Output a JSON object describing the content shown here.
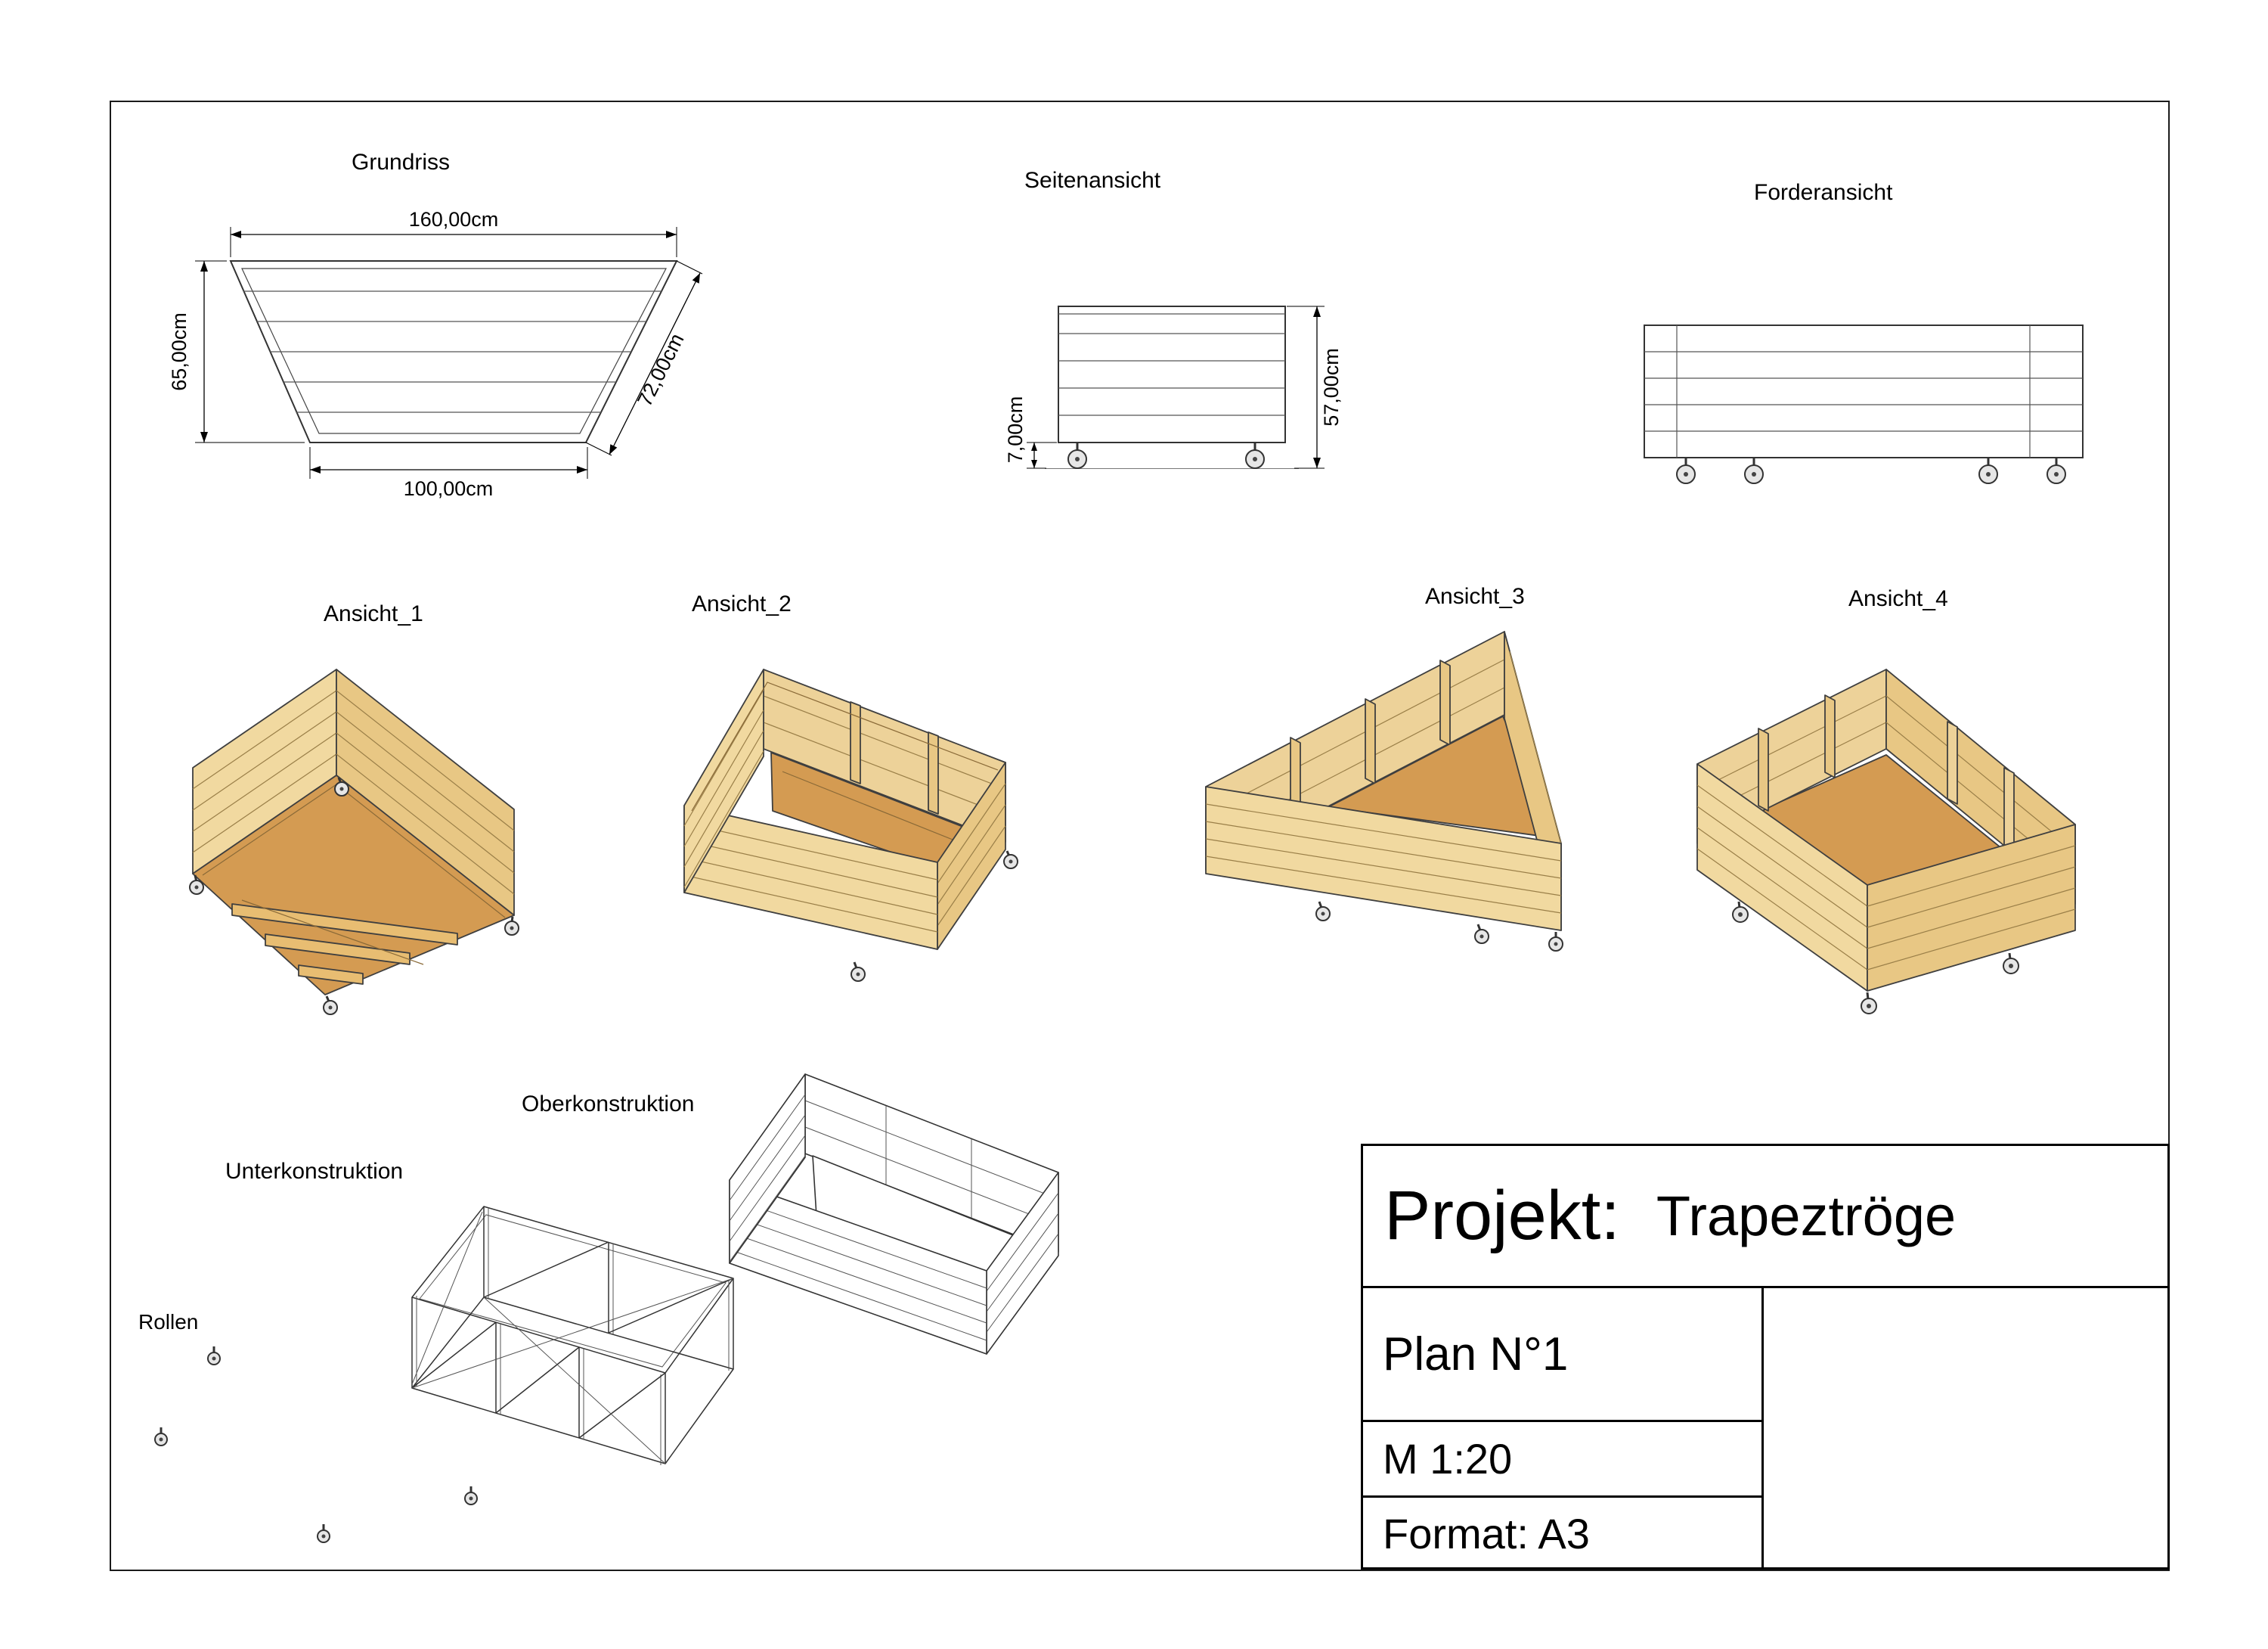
{
  "sheet": {
    "background": "#ffffff",
    "border_color": "#1a1a1a"
  },
  "colors": {
    "wood_light": "#F1D9A0",
    "wood_medium": "#E8C784",
    "wood_dark": "#D49B52",
    "wood_inner": "#EDD299",
    "wood_joist": "#E8BD72",
    "line": "#3F3F3F"
  },
  "views": {
    "grundriss": {
      "label": "Grundriss",
      "dims": {
        "top": "160,00cm",
        "left": "65,00cm",
        "bottom": "100,00cm",
        "diagonal": "72,00cm"
      }
    },
    "seitenansicht": {
      "label": "Seitenansicht",
      "dims": {
        "height": "57,00cm",
        "wheel_height": "7,00cm"
      }
    },
    "forderansicht": {
      "label": "Forderansicht"
    },
    "ansicht_1": {
      "label": "Ansicht_1"
    },
    "ansicht_2": {
      "label": "Ansicht_2"
    },
    "ansicht_3": {
      "label": "Ansicht_3"
    },
    "ansicht_4": {
      "label": "Ansicht_4"
    },
    "oberkonstruktion": {
      "label": "Oberkonstruktion"
    },
    "unterkonstruktion": {
      "label": "Unterkonstruktion"
    },
    "rollen": {
      "label": "Rollen"
    }
  },
  "title_block": {
    "project_label": "Projekt:",
    "project_name": "Trapeztröge",
    "plan_number": "Plan N°1",
    "scale": "M 1:20",
    "format": "Format: A3"
  }
}
